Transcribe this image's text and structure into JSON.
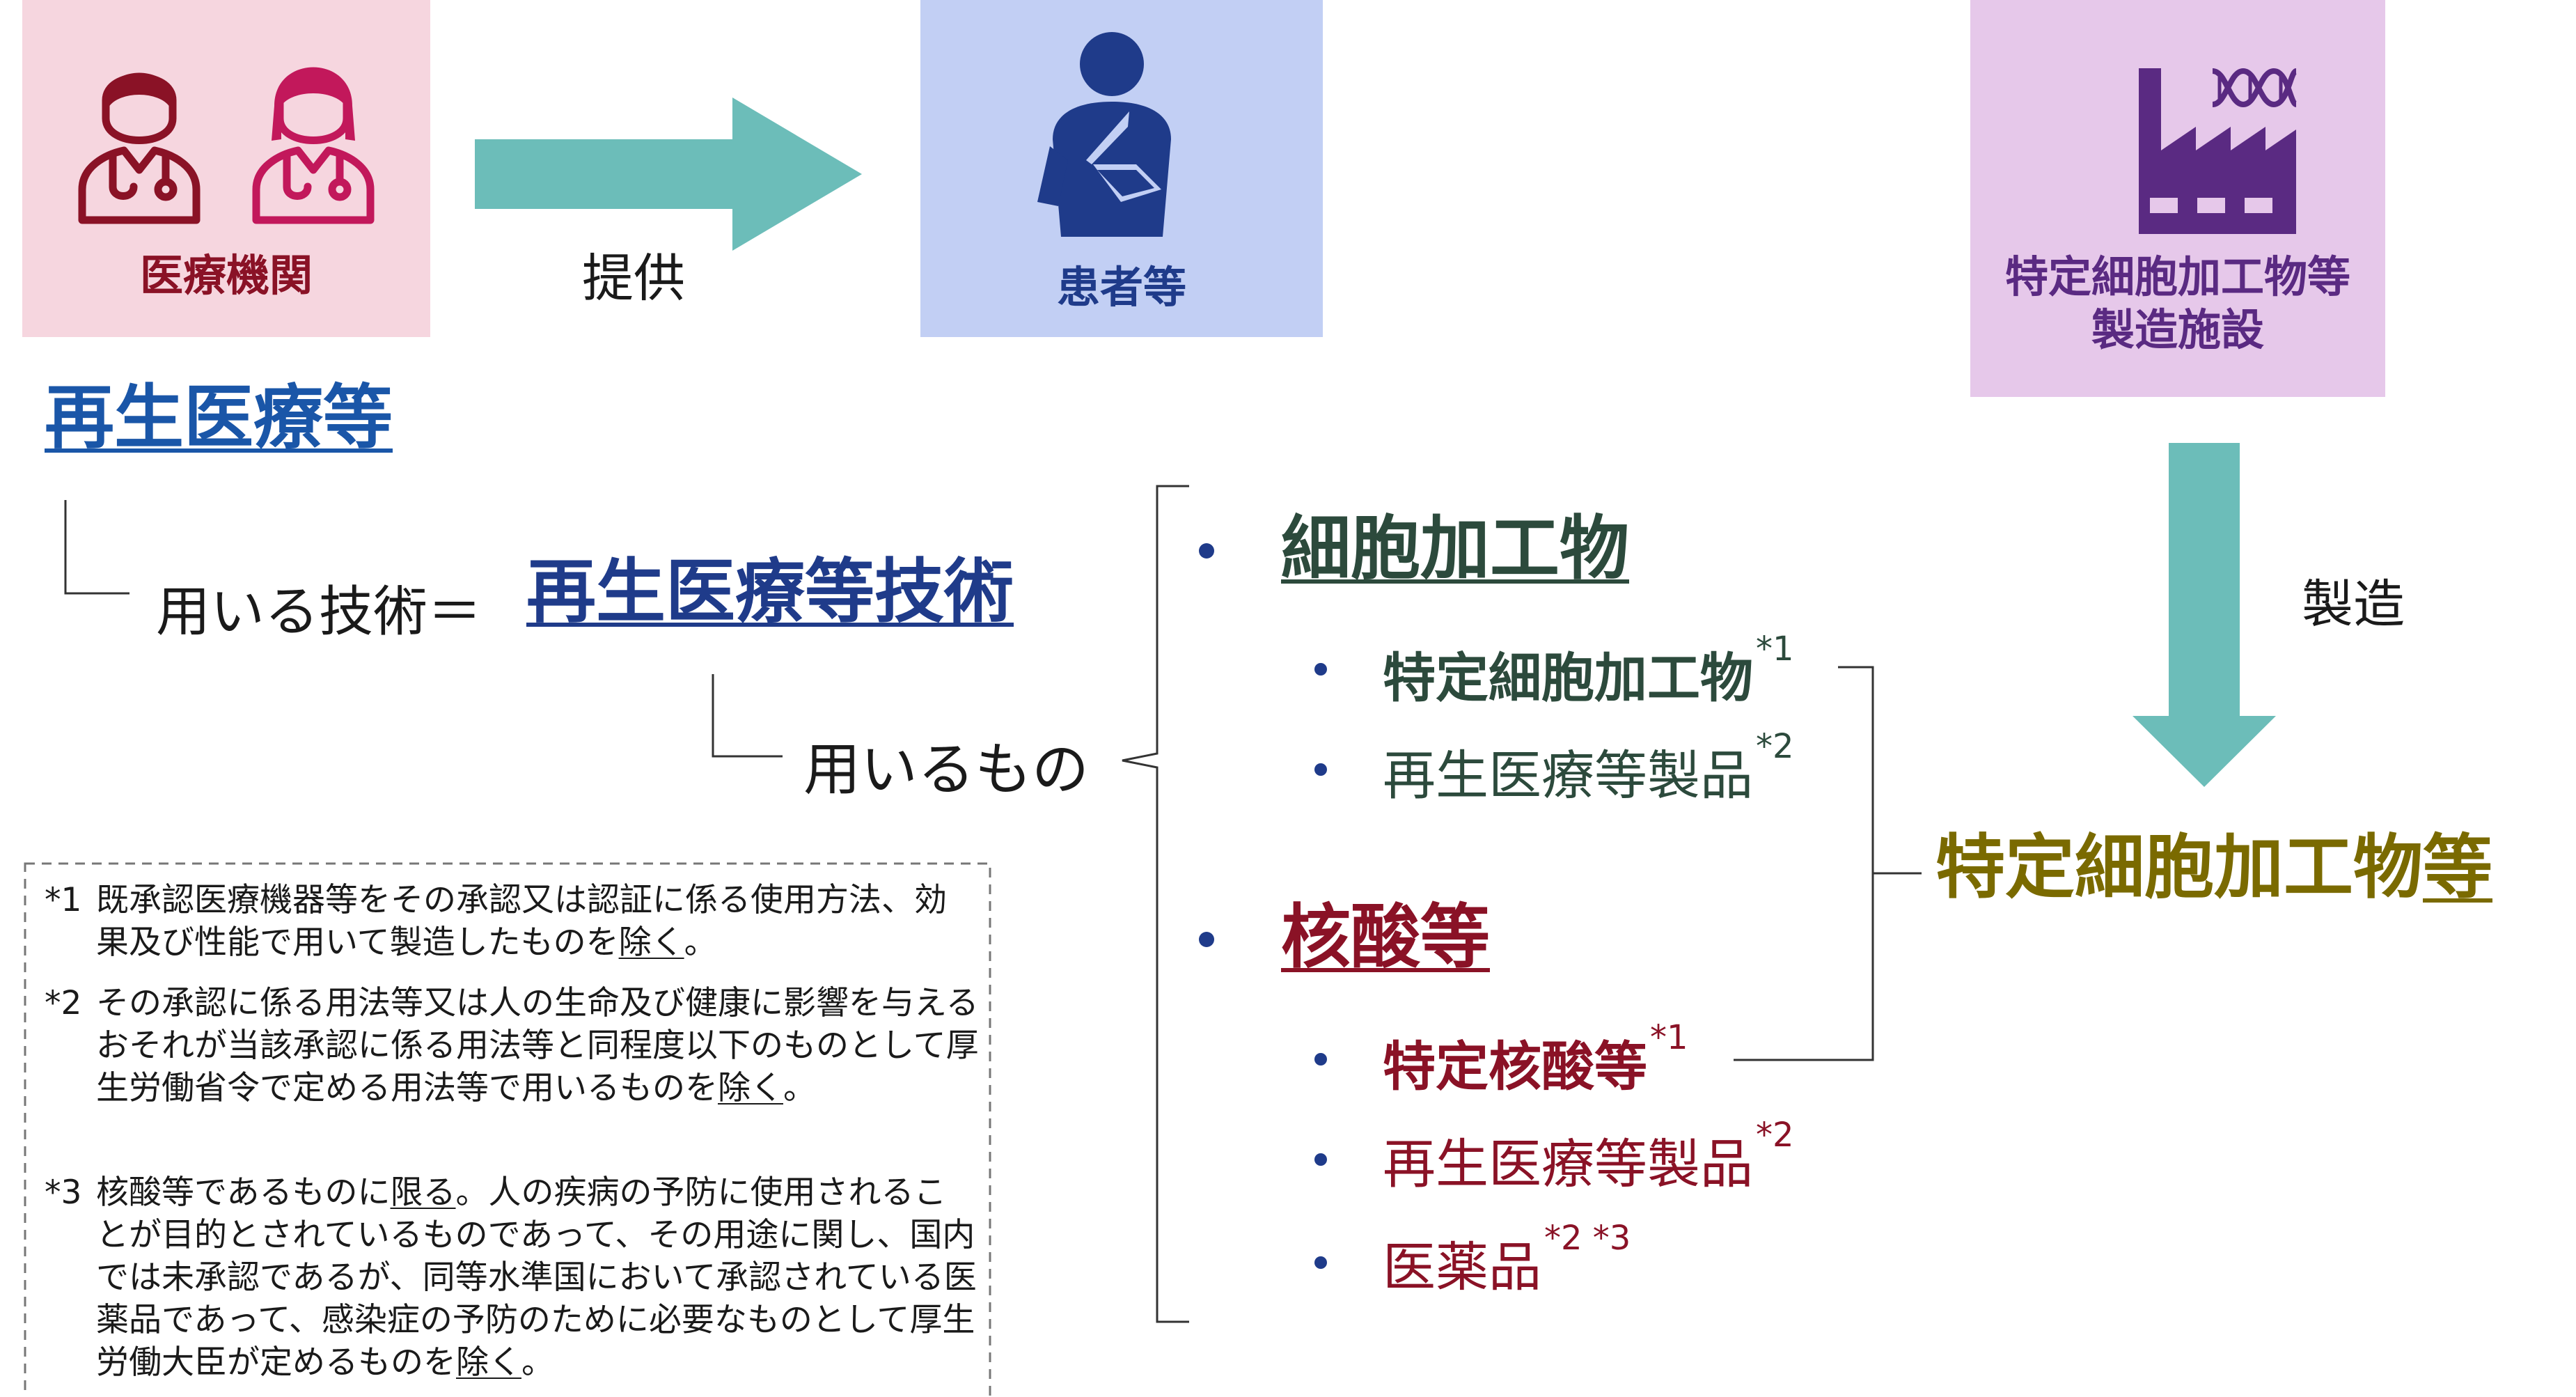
{
  "colors": {
    "teal": "#6cbdb9",
    "blue_link": "#1a56a8",
    "navy": "#1f3b8a",
    "dark_green": "#2c4a3c",
    "dark_red": "#8a1226",
    "olive": "#7a6a00",
    "pink_box": "#f6d6df",
    "blue_box": "#c2cff4",
    "purple_box": "#e6c8ea"
  },
  "boxes": {
    "medical": {
      "label": "医療機関",
      "icons": [
        "doctor-male-icon",
        "doctor-female-icon"
      ]
    },
    "patient": {
      "label": "患者等",
      "icon": "patient-arm-sling-icon"
    },
    "factory": {
      "label_line1": "特定細胞加工物等",
      "label_line2": "製造施設",
      "icon": "factory-dna-icon"
    }
  },
  "arrows": {
    "provide_label": "提供",
    "manufacture_label": "製造"
  },
  "tree": {
    "root": "再生医療等",
    "technique_prefix": "用いる技術＝",
    "technique": "再生医療等技術",
    "uses_label": "用いるもの"
  },
  "categories": {
    "cell": {
      "title": "細胞加工物",
      "items": [
        {
          "label": "特定細胞加工物",
          "note": "*1"
        },
        {
          "label": "再生医療等製品",
          "note": "*2"
        }
      ]
    },
    "nucleic": {
      "title": "核酸等",
      "items": [
        {
          "label": "特定核酸等",
          "note": "*1"
        },
        {
          "label": "再生医療等製品",
          "note": "*2"
        },
        {
          "label": "医薬品",
          "note": "*2 *3"
        }
      ]
    }
  },
  "result": {
    "main": "特定細胞加工物",
    "suffix": "等"
  },
  "footnotes": [
    {
      "mark": "*1",
      "text_a": "既承認医療機器等をその承認又は認証に係る使用方法、効果及び性能で用いて製造したものを",
      "text_u": "除く",
      "text_b": "。"
    },
    {
      "mark": "*2",
      "text_a": "その承認に係る用法等又は人の生命及び健康に影響を与えるおそれが当該承認に係る用法等と同程度以下のものとして厚生労働省令で定める用法等で用いるものを",
      "text_u": "除く",
      "text_b": "。"
    },
    {
      "mark": "*3",
      "text_a": "核酸等であるものに",
      "text_u": "限る",
      "text_b": "。人の疾病の予防に使用されることが目的とされているものであって、その用途に関し、国内では未承認であるが、同等水準国において承認されている医薬品であって、感染症の予防のために必要なものとして厚生労働大臣が定めるものを",
      "text_u2": "除く",
      "text_c": "。"
    }
  ]
}
